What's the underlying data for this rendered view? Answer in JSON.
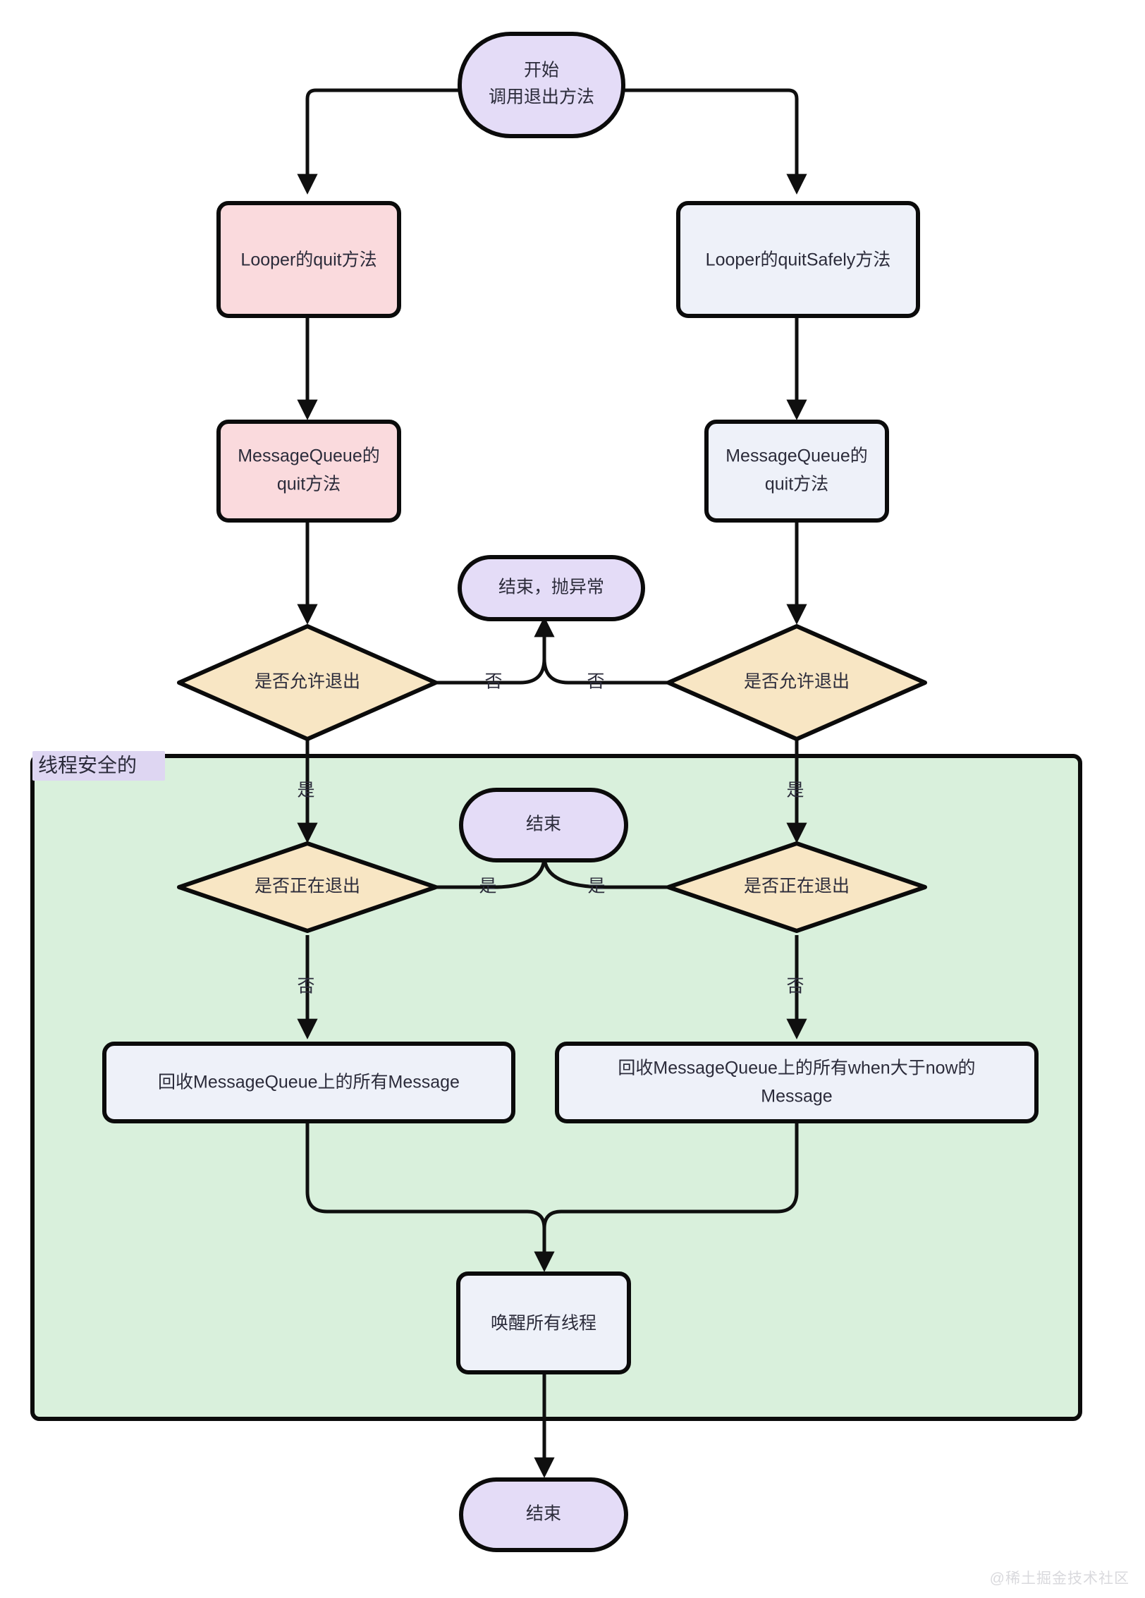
{
  "diagram": {
    "title": "Looper quit / quitSafely flowchart",
    "colors": {
      "start_end_fill": "#e4dcf7",
      "pink_fill": "#fadadd",
      "blue_fill": "#eef1f9",
      "decision_fill": "#f8e6c4",
      "cluster_fill": "#d9f0dc",
      "cluster_label_fill": "#ded6f2",
      "stroke": "#0b0b0b",
      "text": "#2b2b3a",
      "watermark": "#d9d9dd"
    },
    "cluster": {
      "label": "线程安全的"
    },
    "nodes": {
      "start": "开始\n调用退出方法",
      "start_line1": "开始",
      "start_line2": "调用退出方法",
      "looper_quit": "Looper的quit方法",
      "looper_quit_safely": "Looper的quitSafely方法",
      "mq_quit_left_line1": "MessageQueue的",
      "mq_quit_left_line2": "quit方法",
      "mq_quit_right_line1": "MessageQueue的",
      "mq_quit_right_line2": "quit方法",
      "end_throw": "结束，抛异常",
      "allow_quit_left": "是否允许退出",
      "allow_quit_right": "是否允许退出",
      "quitting_left": "是否正在退出",
      "quitting_right": "是否正在退出",
      "end_middle": "结束",
      "recycle_all": "回收MessageQueue上的所有Message",
      "recycle_future_line1": "回收MessageQueue上的所有when大于now的",
      "recycle_future_line2": "Message",
      "wake_threads": "唤醒所有线程",
      "end_final": "结束"
    },
    "edge_labels": {
      "allow_quit_left_no": "否",
      "allow_quit_right_no": "否",
      "allow_quit_left_yes": "是",
      "allow_quit_right_yes": "是",
      "quitting_left_yes": "是",
      "quitting_right_yes": "是",
      "quitting_left_no": "否",
      "quitting_right_no": "否"
    },
    "watermark": "@稀土掘金技术社区"
  }
}
